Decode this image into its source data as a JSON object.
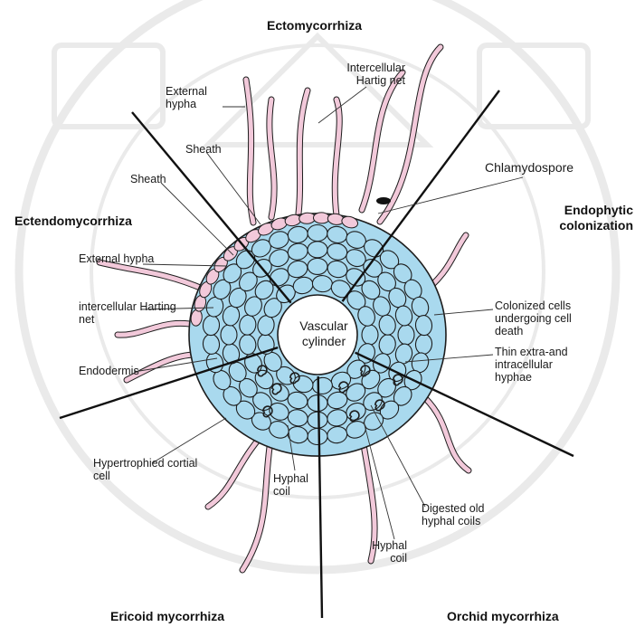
{
  "colors": {
    "cortex_fill": "#a9d9ee",
    "cell_stroke": "#1d1d1d",
    "fungus_fill": "#f2c9da",
    "watermark": "#d9d9d9",
    "sector_line": "#111111"
  },
  "headings": {
    "ectomycorrhiza": "Ectomycorrhiza",
    "ectendomycorrhiza": "Ectendomycorrhiza",
    "endophytic": "Endophytic colonization",
    "ericoid": "Ericoid mycorrhiza",
    "orchid": "Orchid mycorrhiza"
  },
  "center_label": "Vascular cylinder",
  "labels": {
    "intercellular_hartig_net": "Intercellular Hartig net",
    "external_hypha_top": "External hypha",
    "sheath_top": "Sheath",
    "sheath_left": "Sheath",
    "chlamydospore": "Chlamydospore",
    "external_hypha_left": "External hypha",
    "intercellular_harting_net": "intercellular Harting net",
    "endodermis": "Endodermis",
    "colonized_cells": "Colonized cells undergoing cell death",
    "thin_hyphae": "Thin extra-and intracellular hyphae",
    "hypertrophied": "Hypertrophied cortial cell",
    "hyphal_coil_left": "Hyphal coil",
    "digested": "Digested old hyphal coils",
    "hyphal_coil_right": "Hyphal coil"
  },
  "watermark_icon": "university-seal-watermark"
}
